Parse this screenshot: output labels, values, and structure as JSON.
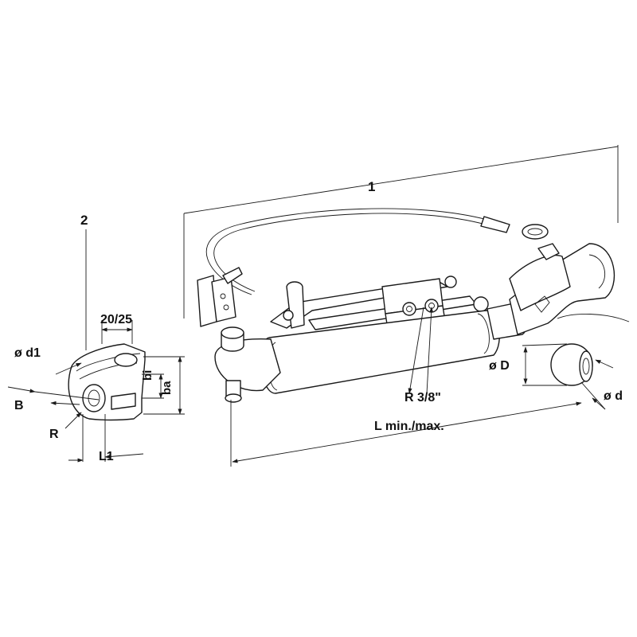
{
  "labels": {
    "part1": "1",
    "part2": "2",
    "spacing": "20/25",
    "d1": "ø d1",
    "B": "B",
    "R": "R",
    "bi": "bi",
    "ba": "ba",
    "L1": "L1",
    "D": "ø D",
    "d": "ø d",
    "port": "R 3/8\"",
    "length": "L min./max."
  }
}
